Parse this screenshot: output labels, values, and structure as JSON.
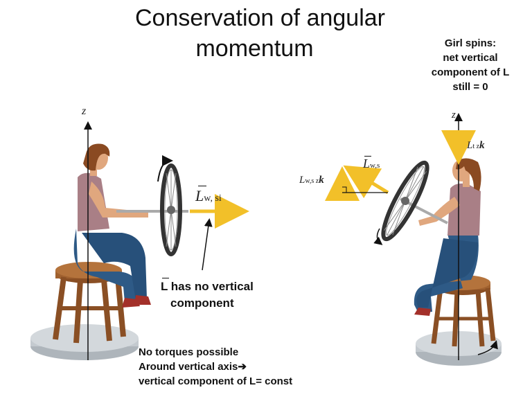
{
  "title": {
    "line1": "Conservation of angular",
    "line2": "momentum"
  },
  "right_note": {
    "line1": "Girl spins:",
    "line2": "net vertical",
    "line3": "component  of L",
    "line4": "still = 0"
  },
  "left_diagram": {
    "axis_label": "z",
    "vector_label_main": "L",
    "vector_label_sub": "w, si",
    "caption_line1": "L has no vertical",
    "caption_line2": "component"
  },
  "right_diagram": {
    "axis_label": "z",
    "lt_main": "L",
    "lt_sub": "t z",
    "lt_unit": "k",
    "lws_main": "L",
    "lws_sub": "w,s",
    "lwsz_main": "L",
    "lwsz_sub": "w,s z",
    "lwsz_unit": "k"
  },
  "bottom_note": {
    "line1": "No torques possible",
    "line2": "Around vertical axis",
    "line3": "vertical component of L= const",
    "arrow": "➔"
  },
  "colors": {
    "vector": "#f2c029",
    "skin": "#e0a77e",
    "hair": "#8a4a22",
    "shirt": "#a97f86",
    "jeans": "#2e5a86",
    "stool": "#9a5c2c",
    "base": "#b8bec4"
  }
}
